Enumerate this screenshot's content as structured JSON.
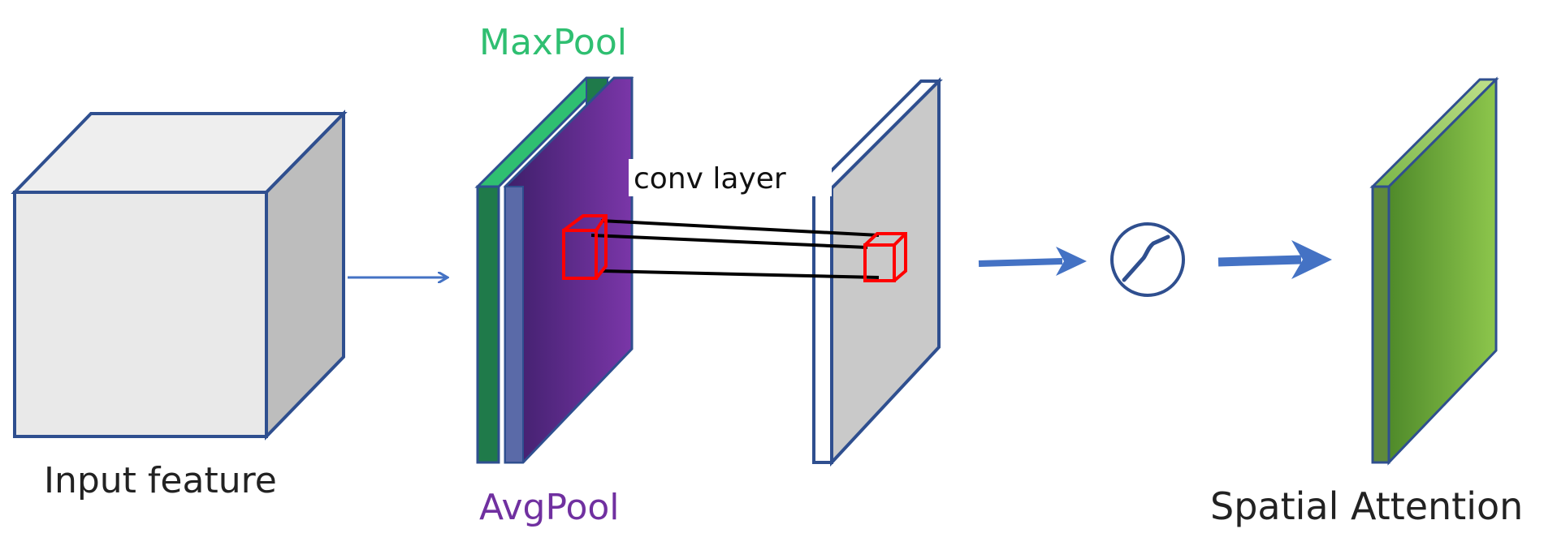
{
  "labels": {
    "input_feature": "Input feature",
    "maxpool": "MaxPool",
    "avgpool": "AvgPool",
    "conv_layer": "conv layer",
    "spatial_attention": "Spatial Attention"
  },
  "colors": {
    "outline_blue": "#2f4f8f",
    "arrow_blue": "#4472c4",
    "maxpool_green": "#2fbf71",
    "avgpool_purple": "#7030a0",
    "kernel_red": "#ff0000",
    "output_green": "#7ab648",
    "cube_face": "#e9e9e9",
    "cube_side": "#bdbdbd"
  },
  "icons": {
    "sigmoid": "sigmoid-icon"
  }
}
